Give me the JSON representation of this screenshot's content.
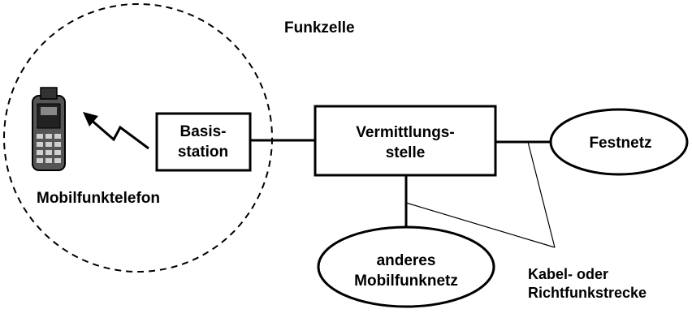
{
  "labels": {
    "cell": "Funkzelle",
    "phone": "Mobilfunktelefon",
    "base_station": [
      "Basis-",
      "station"
    ],
    "switching_center": [
      "Vermittlungs-",
      "stelle"
    ],
    "fixed_network": "Festnetz",
    "other_mobile_network": [
      "anderes",
      "Mobilfunknetz"
    ],
    "link_type": [
      "Kabel- oder",
      "Richtfunkstrecke"
    ]
  },
  "icons": [
    "mobile-phone-icon",
    "radio-signal-icon"
  ],
  "colors": {
    "stroke": "#000000",
    "background": "#ffffff",
    "phone_fill": "#555555"
  }
}
